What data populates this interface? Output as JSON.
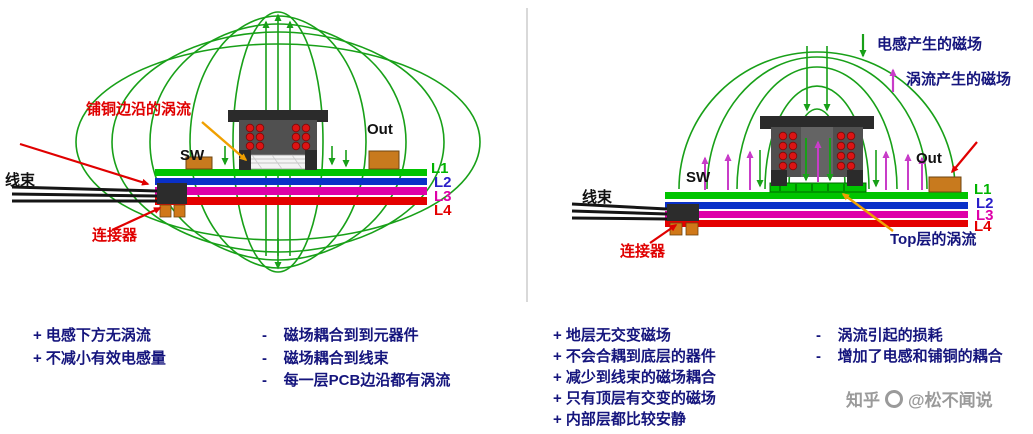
{
  "left_panel": {
    "annotations": {
      "eddy_edge": "铺铜边沿的涡流",
      "sw": "SW",
      "out": "Out",
      "harness": "线束",
      "connector": "连接器"
    },
    "layers": [
      "L1",
      "L2",
      "L3",
      "L4"
    ],
    "pros": [
      "+ 电感下方无涡流",
      "+ 不减小有效电感量"
    ],
    "cons": [
      "-    磁场耦合到到元器件",
      "-    磁场耦合到线束",
      "-    每一层PCB边沿都有涡流"
    ]
  },
  "right_panel": {
    "legend": [
      {
        "label": "电感产生的磁场",
        "arrow": "down",
        "color": "#18a018"
      },
      {
        "label": "涡流产生的磁场",
        "arrow": "up",
        "color": "#c83cc8"
      }
    ],
    "annotations": {
      "sw": "SW",
      "out": "Out",
      "harness": "线束",
      "connector": "连接器",
      "top_eddy": "Top层的涡流"
    },
    "layers": [
      "L1",
      "L2",
      "L3",
      "L4"
    ],
    "pros": [
      "+ 地层无交变磁场",
      "+ 不会合耦到底层的器件",
      "+ 减少到线束的磁场耦合",
      "+ 只有顶层有交变的磁场",
      "+ 内部层都比较安静"
    ],
    "cons": [
      "-    涡流引起的损耗",
      "-    增加了电感和铺铜的耦合"
    ]
  },
  "watermark": {
    "brand": "知乎",
    "handle": "@松不闻说"
  },
  "colors": {
    "field_green": "#18a018",
    "eddy_magenta": "#c83cc8",
    "navy_text": "#15157d",
    "red": "#e00000",
    "orange_arrow": "#f0a000",
    "layer_l1": "#00c400",
    "layer_l2": "#0a30c8",
    "layer_l3": "#de00a8",
    "layer_l4": "#e40000",
    "component_orange": "#c87a1e"
  }
}
